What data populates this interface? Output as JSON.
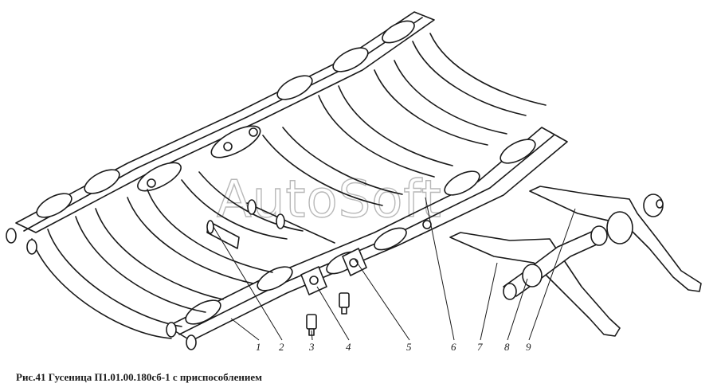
{
  "caption": "Рис.41  Гусеница П1.01.00.180сб-1 с приспособлением",
  "watermark": "AutoSoft",
  "callouts": [
    "1",
    "2",
    "3",
    "4",
    "5",
    "6",
    "7",
    "8",
    "9"
  ]
}
